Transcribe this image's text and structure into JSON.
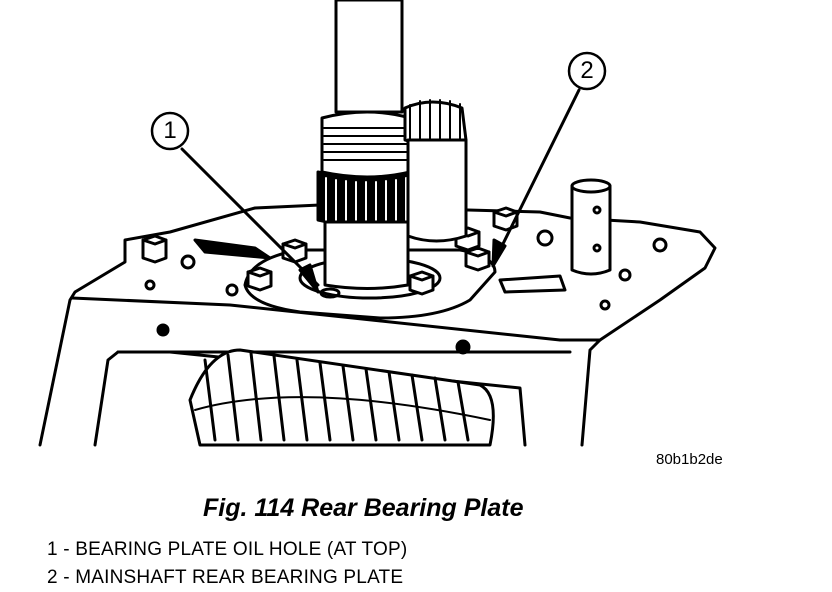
{
  "figure": {
    "image_code": "80b1b2de",
    "caption": "Fig. 114 Rear Bearing Plate",
    "callouts": [
      {
        "number": "1",
        "label": "1 - BEARING PLATE OIL HOLE (AT TOP)"
      },
      {
        "number": "2",
        "label": "2 - MAINSHAFT REAR BEARING PLATE"
      }
    ]
  },
  "colors": {
    "ink": "#000000",
    "paper": "#ffffff"
  }
}
